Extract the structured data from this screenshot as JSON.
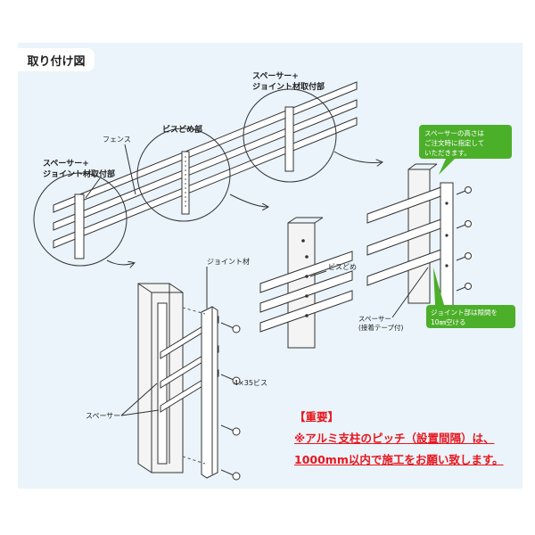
{
  "title": "取り付け図",
  "labels": {
    "spacer_joint_left": [
      "スペーサー+",
      "ジョイント材取付部"
    ],
    "spacer_joint_right": [
      "スペーサー+",
      "ジョイント材取付部"
    ],
    "screw_part": "ビスどめ部",
    "fence": "フェンス",
    "joint_material": "ジョイント材",
    "screw_size": "4×35ビス",
    "spacer": "スペーサー",
    "screw_stop": "ビスどめ",
    "spacer_tape": [
      "スペーサー",
      "(接着テープ付)"
    ]
  },
  "callouts": {
    "spacer_height": [
      "スペーサーの高さは",
      "ご注文時に指定して",
      "いただきます。"
    ],
    "joint_gap": [
      "ジョイント部は隙間を",
      "10㎜空ける"
    ]
  },
  "notice": {
    "heading": "【重要】",
    "line1": "※アルミ支柱のピッチ（設置間隔）は、",
    "line2": "1000mm以内で施工をお願い致します。"
  },
  "colors": {
    "panel_bg": "#eaf4fa",
    "callout_green": "#4caf2a",
    "notice_red": "#e8161e"
  }
}
